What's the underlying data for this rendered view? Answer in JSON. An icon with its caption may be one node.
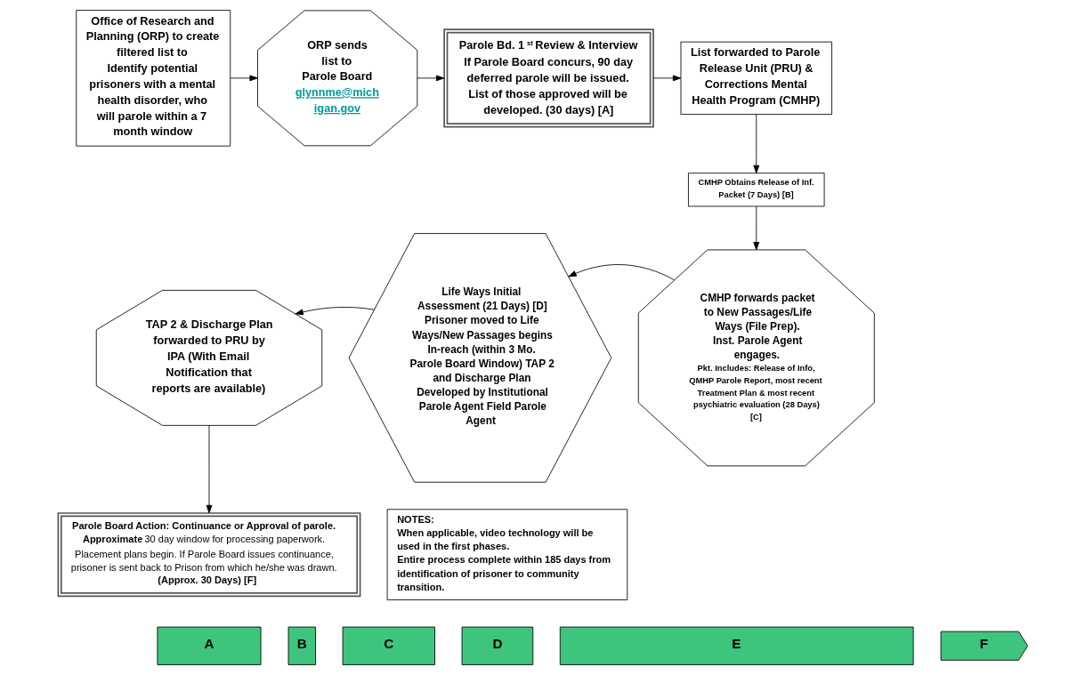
{
  "diagram": {
    "nodes": [
      {
        "text": [
          "Office of Research and Planning (ORP) to create filtered list to Identify potential prisoners with a mental health disorder, who will parole within a 7 month window"
        ]
      },
      {
        "text": [
          "ORP sends list to Parole Board",
          "glynnme@michigan.gov"
        ]
      },
      {
        "text": [
          "Parole Bd. 1$^{st}$ Review & Interview If Parole Board concurs, 90 day deferred parole will be issued. List of those approved will be developed. (30 days) [A]"
        ]
      },
      {
        "text": [
          "List forwarded to Parole Release Unit (PRU) & Corrections Mental Health Program (CMHP)"
        ]
      },
      {
        "text": [
          "CMHP Obtains Release of Inf. Packet (7 Days) [B]"
        ]
      },
      {
        "text": [
          "CMHP forwards packet to New Passages/Life Ways (File Prep). Inst. Parole Agent engages.",
          "Pkt. Includes: Release of Info, QMHP Parole Report, most recent Treatment Plan & most recent psychiatric evaluation (28 Days) [C]"
        ]
      },
      {
        "text": [
          "Life Ways Initial Assessment (21 Days) [D]",
          "Prisoner moved to Life Ways/New Passages begins In-reach (within 3 Mo. Parole Board Window) TAP 2 and Discharge Plan Developed by Institutional Parole Agent Field Parole Agent"
        ]
      },
      {
        "text": [
          "TAP 2 & Discharge Plan forwarded to PRU by IPA (With Email Notification that reports are available)"
        ]
      },
      {
        "text": [
          "**Parole Board Action: Continuance or Approval of parole. Approximate** 30 day window for processing paperwork. Placement plans begin. If Parole Board issues continuance, prisoner is sent back to Prison from which he/she was drawn. **(Approx. 30 Days) [F]**"
        ]
      },
      {
        "text": [
          "NOTES:",
          "When applicable, video technology will be used in the first phases.",
          "Entire process complete within 185 days from identification of prisoner to community transition."
        ]
      },
      {
        "text": [
          "A"
        ]
      },
      {
        "text": [
          "B"
        ]
      },
      {
        "text": [
          "C"
        ]
      },
      {
        "text": [
          "D"
        ]
      },
      {
        "text": [
          "E"
        ]
      },
      {
        "text": [
          "F"
        ]
      }
    ],
    "edges": [
      {
        "from": 0,
        "to": 1,
        "arrow": "to"
      },
      {
        "from": 1,
        "to": 2,
        "arrow": "to"
      },
      {
        "from": 2,
        "to": 3,
        "arrow": "to"
      },
      {
        "from": 3,
        "to": 4,
        "arrow": "to"
      },
      {
        "from": 4,
        "to": 5,
        "arrow": "to"
      },
      {
        "from": 5,
        "to": 6,
        "arrow": "to"
      },
      {
        "from": 6,
        "to": 7,
        "arrow": "to"
      },
      {
        "from": 7,
        "to": 8,
        "arrow": "to"
      }
    ]
  }
}
